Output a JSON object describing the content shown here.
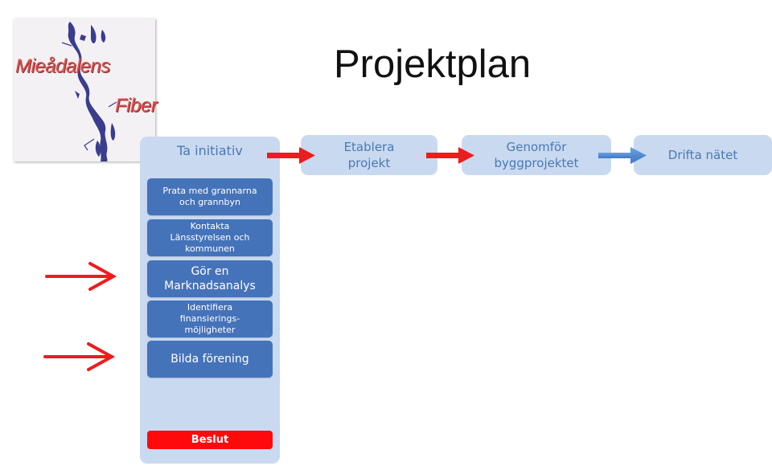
{
  "logo": {
    "line1": "Mieådalens",
    "line2": "Fiber"
  },
  "title": "Projektplan",
  "column": {
    "heading": "Ta initiativ",
    "steps": [
      "Prata med grannarna\noch grannbyn",
      "Kontakta\nLänsstyrelsen och\nkommunen",
      "Gör en\nMarknadsanalys",
      "Identifiera\nfinansierings-\nmöjligheter",
      "Bilda förening"
    ],
    "decision": "Beslut"
  },
  "phases": [
    "Etablera\nprojekt",
    "Genomför\nbyggprojektet",
    "Drifta nätet"
  ],
  "colors": {
    "step_fill": "#4573ba",
    "panel_fill": "#c9d9f0",
    "panel_text": "#4a79b6",
    "highlight_arrow": "#ee1c1c",
    "flow_arrow_blue": "#4a86d0",
    "decision_fill": "#ff0a0a"
  },
  "icons": {
    "logo": "lake-map-logo",
    "pointer": "red-pointer-arrow"
  }
}
